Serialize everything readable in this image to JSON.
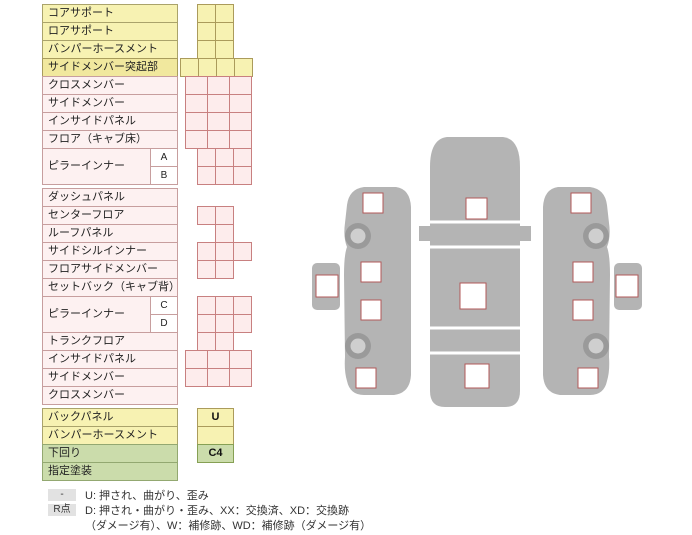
{
  "table": {
    "rows": [
      {
        "label": "コアサポート"
      },
      {
        "label": "ロアサポート"
      },
      {
        "label": "バンパーホースメント"
      },
      {
        "label": "サイドメンバー突起部"
      },
      {
        "label": "クロスメンバー"
      },
      {
        "label": "サイドメンバー"
      },
      {
        "label": "インサイドパネル"
      },
      {
        "label": "フロア（キャブ床）"
      },
      {
        "label": "ピラーインナー",
        "sub_top": "A",
        "sub_bottom": "B"
      },
      {
        "label": "ダッシュパネル"
      },
      {
        "label": "センターフロア"
      },
      {
        "label": "ルーフパネル"
      },
      {
        "label": "サイドシルインナー"
      },
      {
        "label": "フロアサイドメンバー"
      },
      {
        "label": "セットバック（キャブ背）"
      },
      {
        "label": "ピラーインナー",
        "sub_top": "C",
        "sub_bottom": "D"
      },
      {
        "label": "トランクフロア"
      },
      {
        "label": "インサイドパネル"
      },
      {
        "label": "サイドメンバー"
      },
      {
        "label": "クロスメンバー"
      },
      {
        "label": "バックパネル",
        "value": "U"
      },
      {
        "label": "バンパーホースメント"
      },
      {
        "label": "下回り",
        "value": "C4"
      },
      {
        "label": "指定塗装"
      }
    ]
  },
  "legend": {
    "key1": "-",
    "text1": "U: 押され、曲がり、歪み",
    "key2": "R点",
    "text2": "D: 押され・曲がり・歪み、XX：交換済、XD：交換跡",
    "text3": "（ダメージ有）、W：補修跡、WD：補修跡（ダメージ有）"
  },
  "colors": {
    "yellow_row": "#f7f2b2",
    "pink_row": "#fdf1f1",
    "green_row": "#cbdcab",
    "car_gray": "#b4b4b4",
    "marker_border": "#b25959"
  }
}
